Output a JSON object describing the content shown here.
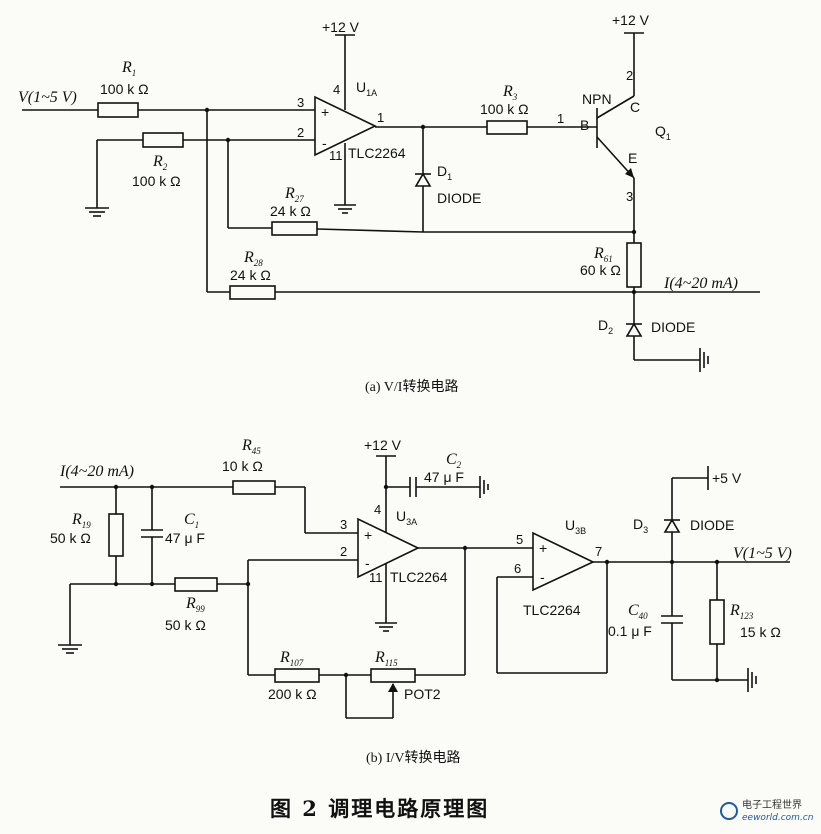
{
  "circuit_a": {
    "input_label": "V(1~5 V)",
    "r1": {
      "name": "R",
      "sub": "1",
      "value": "100 k Ω"
    },
    "r2": {
      "name": "R",
      "sub": "2",
      "value": "100 k Ω"
    },
    "r3": {
      "name": "R",
      "sub": "3",
      "value": "100 k Ω"
    },
    "r27": {
      "name": "R",
      "sub": "27",
      "value": "24 k Ω"
    },
    "r28": {
      "name": "R",
      "sub": "28",
      "value": "24 k Ω"
    },
    "r61": {
      "name": "R",
      "sub": "61",
      "value": "60 k Ω"
    },
    "supply_op": "+12 V",
    "supply_q": "+12 V",
    "opamp_name": "U",
    "opamp_sub": "1A",
    "opamp_model": "TLC2264",
    "pin_4": "4",
    "pin_3": "3",
    "pin_2": "2",
    "pin_1": "1",
    "pin_11": "11",
    "d1_name": "D",
    "d1_sub": "1",
    "d1_type": "DIODE",
    "q_type": "NPN",
    "q_name": "Q",
    "q_sub": "1",
    "q_b": "B",
    "q_c": "C",
    "q_e": "E",
    "q_pin1": "1",
    "q_pin2": "2",
    "q_pin3": "3",
    "d2_name": "D",
    "d2_sub": "2",
    "d2_type": "DIODE",
    "output_label": "I(4~20 mA)",
    "caption": "(a)  V/I转换电路"
  },
  "circuit_b": {
    "input_label": "I(4~20 mA)",
    "r45": {
      "name": "R",
      "sub": "45",
      "value": "10 k Ω"
    },
    "r19": {
      "name": "R",
      "sub": "19",
      "value": "50 k Ω"
    },
    "c1": {
      "name": "C",
      "sub": "1",
      "value": "47 μ F"
    },
    "c2": {
      "name": "C",
      "sub": "2",
      "value": "47 μ F"
    },
    "r99": {
      "name": "R",
      "sub": "99",
      "value": "50 k Ω"
    },
    "r107": {
      "name": "R",
      "sub": "107",
      "value": "200 k Ω"
    },
    "r115": {
      "name": "R",
      "sub": "115"
    },
    "pot_label": "POT2",
    "supply": "+12 V",
    "u3a_name": "U",
    "u3a_sub": "3A",
    "u3a_model": "TLC2264",
    "u3b_name": "U",
    "u3b_sub": "3B",
    "u3b_model": "TLC2264",
    "pin_4": "4",
    "pin_3": "3",
    "pin_2": "2",
    "pin_11": "11",
    "pin_5": "5",
    "pin_6": "6",
    "pin_7": "7",
    "d3_name": "D",
    "d3_sub": "3",
    "d3_type": "DIODE",
    "supply_5v": "+5 V",
    "c40": {
      "name": "C",
      "sub": "40",
      "value": "0.1 μ F"
    },
    "r123": {
      "name": "R",
      "sub": "123",
      "value": "15 k Ω"
    },
    "output_label": "V(1~5 V)",
    "caption": "(b)  I/V转换电路"
  },
  "figure_title": "图 2   调理电路原理图",
  "watermark": {
    "line1": "电子工程世界",
    "line2": "eeworld.com.cn"
  }
}
